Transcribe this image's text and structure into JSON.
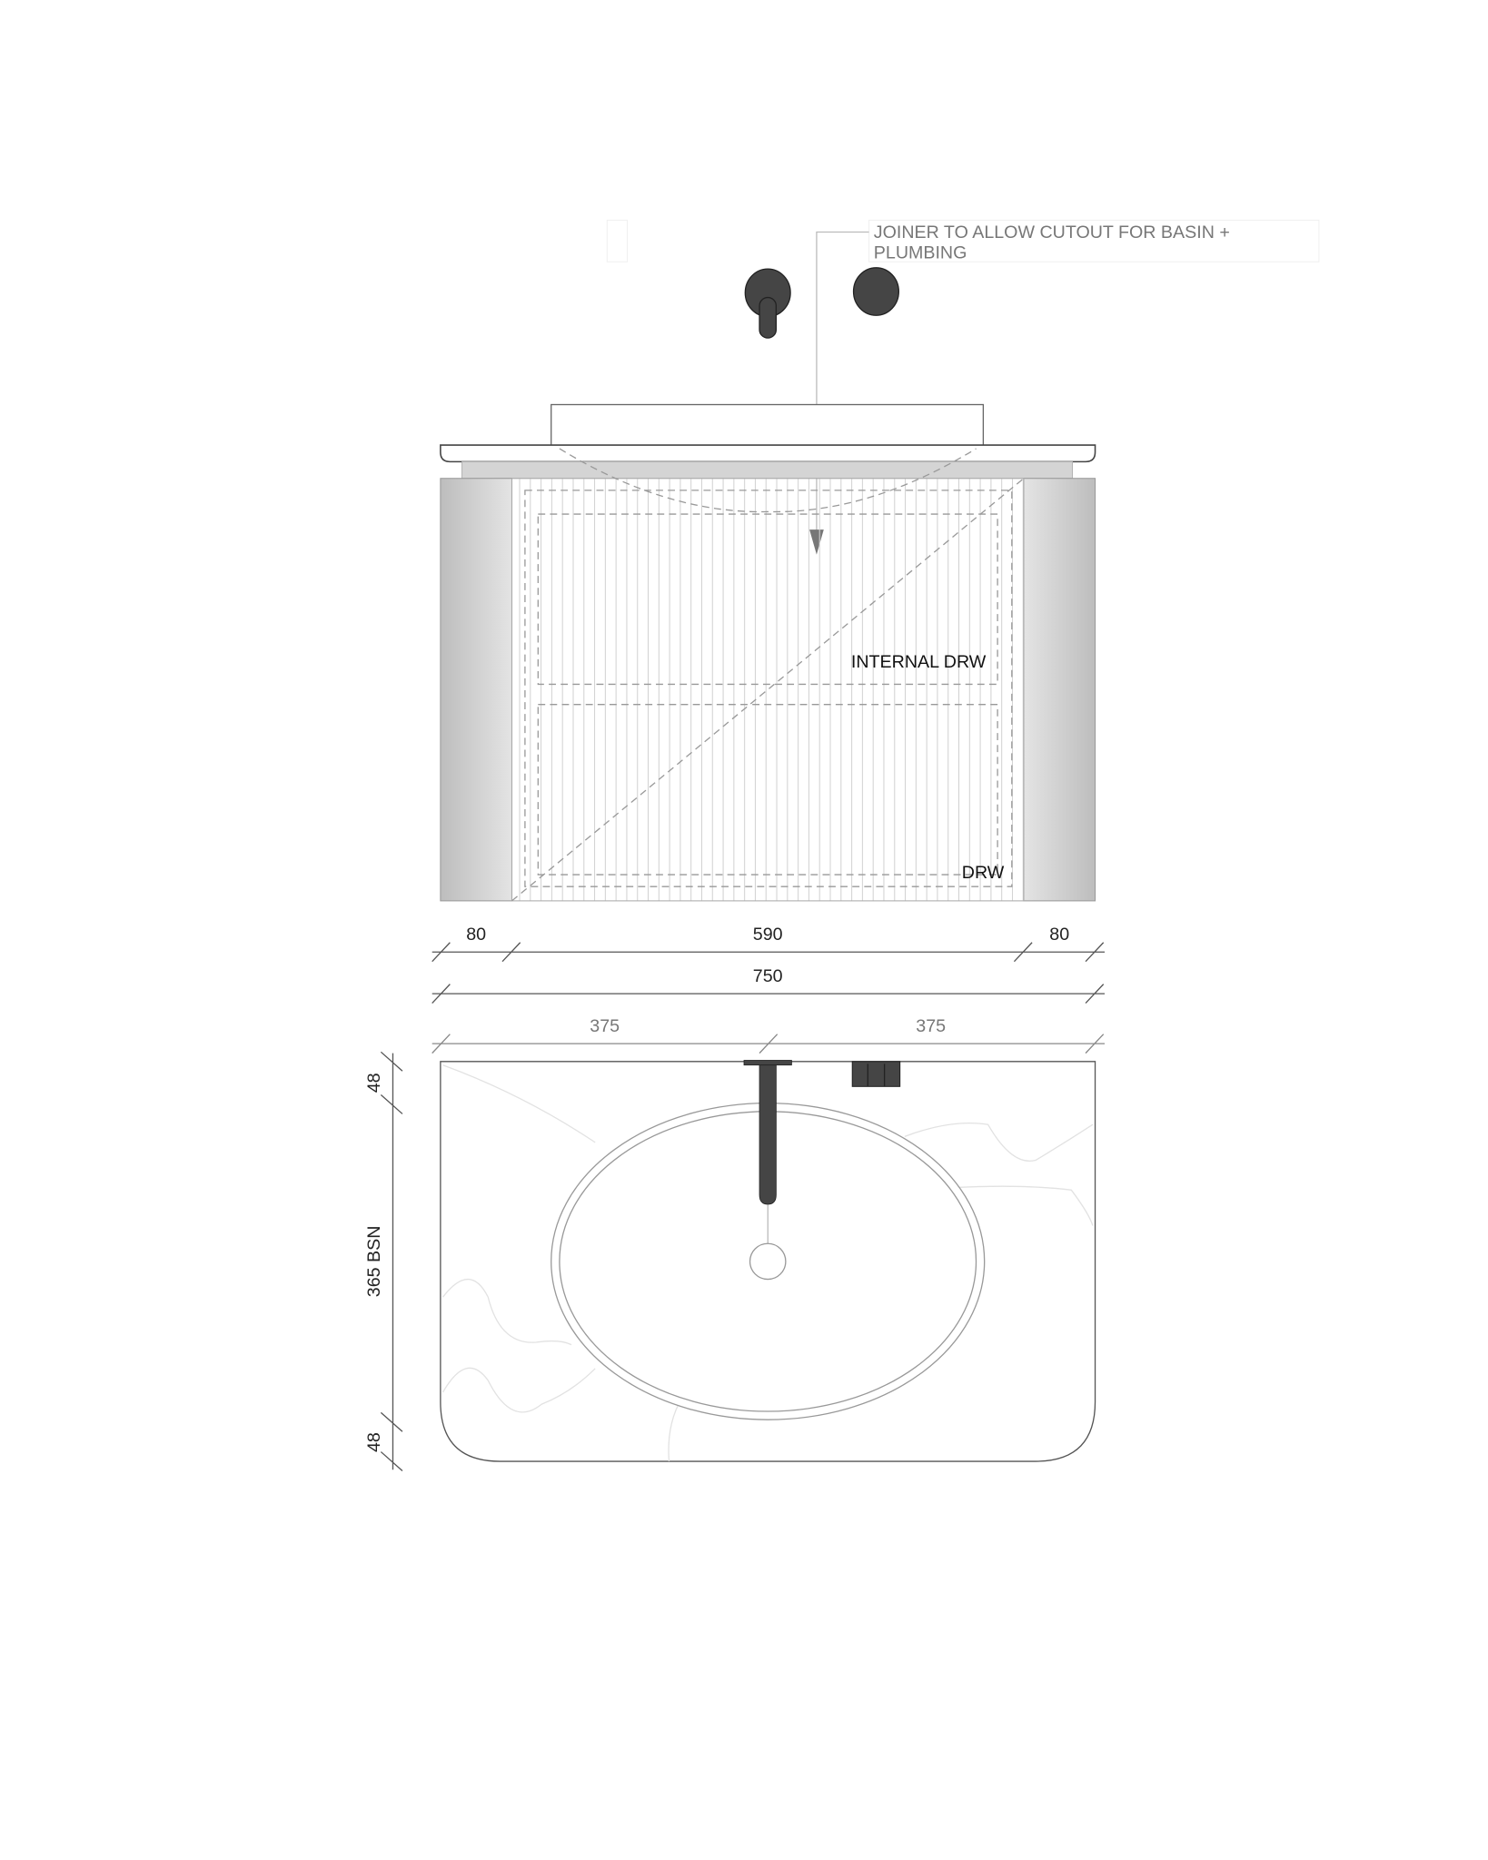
{
  "annotation": {
    "line1": "JOINER TO ALLOW CUTOUT FOR BASIN +",
    "line2": "PLUMBING"
  },
  "elevation": {
    "internal_drawer_label": "INTERNAL DRW",
    "drawer_label": "DRW"
  },
  "dimensions": {
    "left_panel": "80",
    "center": "590",
    "right_panel": "80",
    "overall": "750",
    "half_left": "375",
    "half_right": "375",
    "top_offset": "48",
    "basin": "365 BSN",
    "bottom_offset": "48"
  },
  "colors": {
    "fixture": "#454545",
    "panel": "#c8c8c8",
    "line": "#555555",
    "text_gray": "#777777"
  }
}
